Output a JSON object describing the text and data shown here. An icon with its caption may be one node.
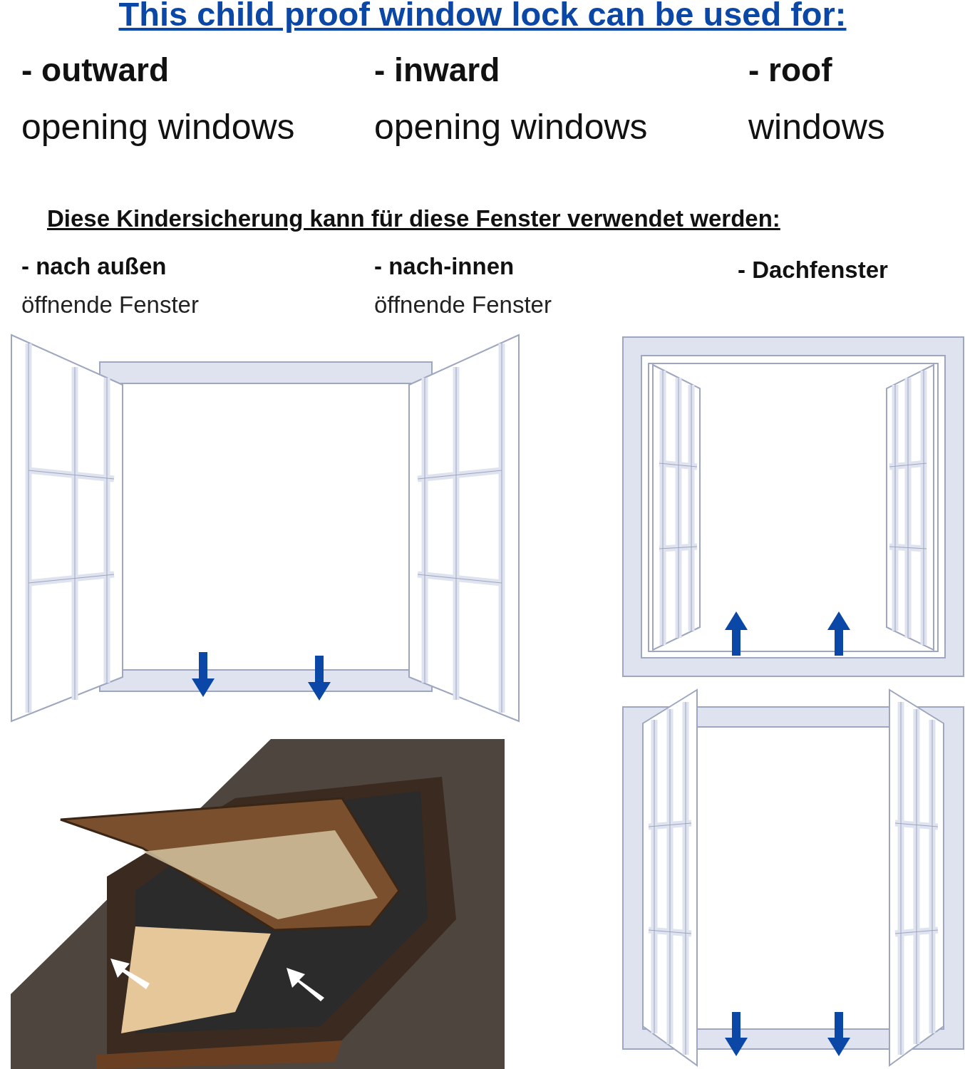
{
  "diagram": {
    "title": "This child proof window lock can be used for:",
    "labels": [
      "- outward",
      "- inward",
      "- roof",
      "opening windows",
      "opening windows",
      "windows",
      "Diese Kindersicherung kann für diese Fenster verwendet werden:",
      "- nach außen",
      "- nach-innen",
      "- Dachfenster",
      "öffnende Fenster",
      "öffnende Fenster"
    ]
  }
}
